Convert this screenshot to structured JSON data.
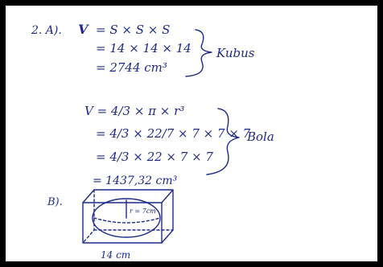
{
  "part_a": {
    "label": "2. A).",
    "symbol": "V",
    "lines": [
      "= S × S × S",
      "= 14 × 14 × 14",
      "= 2744 cm³"
    ],
    "group": "Kubus"
  },
  "part_b": {
    "lines": [
      "V = 4/3 × π × r³",
      "= 4/3 × 22/7 × 7 × 7 × 7",
      "= 4/3 × 22 × 7 × 7",
      "= 1437,32 cm³"
    ],
    "group": "Bola"
  },
  "sketch": {
    "label": "B).",
    "radius_label": "r = 7cm",
    "width_label": "14 cm"
  },
  "colors": {
    "ink": "#1d2a8a",
    "paper": "#ffffff",
    "border": "#000000"
  }
}
